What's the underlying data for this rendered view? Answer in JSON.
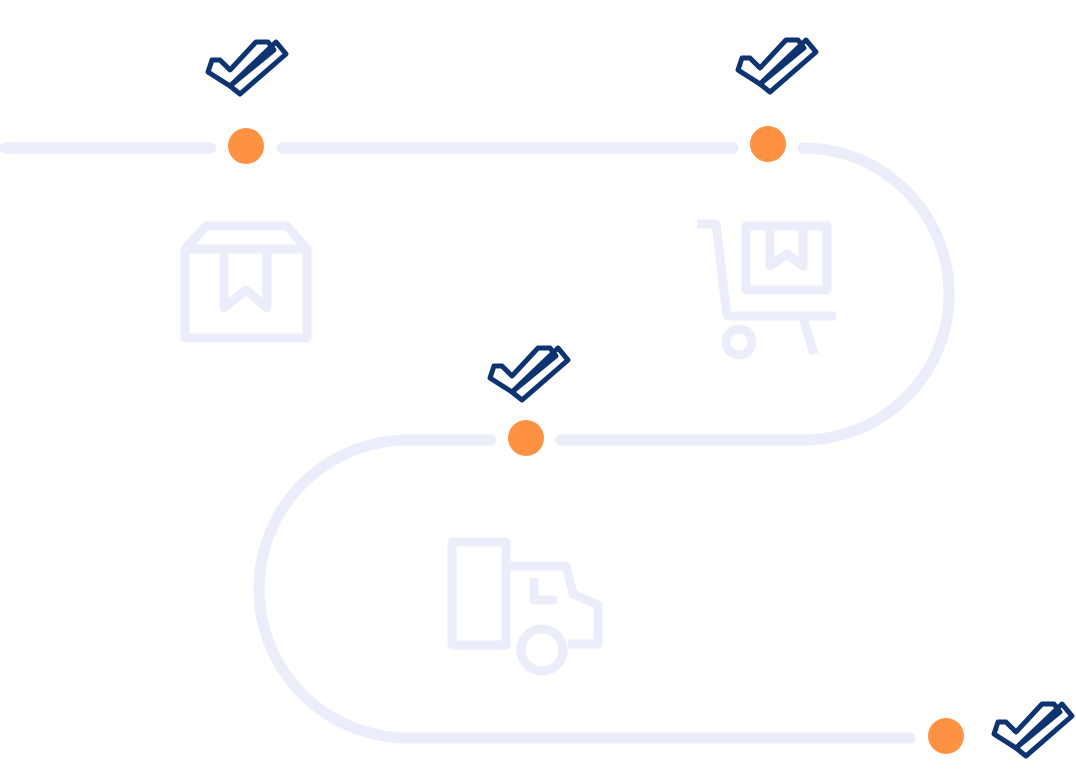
{
  "diagram": {
    "type": "delivery-process-timeline",
    "colors": {
      "background": "#ffffff",
      "path": "#ebedfa",
      "milestone": "#ff9142",
      "check": "#0d3470",
      "icon": "#ebedfa"
    },
    "milestones": [
      {
        "id": "milestone-1",
        "status": "complete",
        "icon": "package-icon"
      },
      {
        "id": "milestone-2",
        "status": "complete",
        "icon": "shopping-cart-icon"
      },
      {
        "id": "milestone-3",
        "status": "complete",
        "icon": "delivery-truck-icon"
      },
      {
        "id": "milestone-4",
        "status": "complete",
        "icon": ""
      }
    ],
    "icons": [
      "package-icon",
      "shopping-cart-icon",
      "delivery-truck-icon",
      "double-check-icon"
    ]
  }
}
